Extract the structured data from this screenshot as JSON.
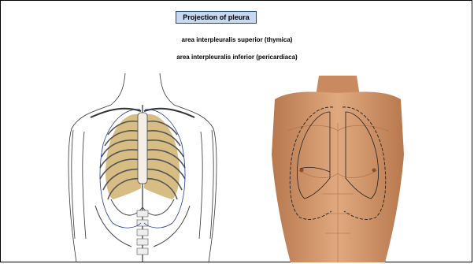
{
  "slide": {
    "title": "Projection of pleura",
    "line1": "area interpleuralis superior (thymica)",
    "line2": "area interpleuralis inferior (pericardiaca)"
  },
  "colors": {
    "title_fill": "#c6d9f1",
    "title_border": "#1f497d",
    "skin": "#d69a70",
    "lung_tint": "#c9a55a"
  },
  "icons": [
    "thoracic-skeleton-illustration",
    "torso-photo-with-pleura-outline"
  ]
}
